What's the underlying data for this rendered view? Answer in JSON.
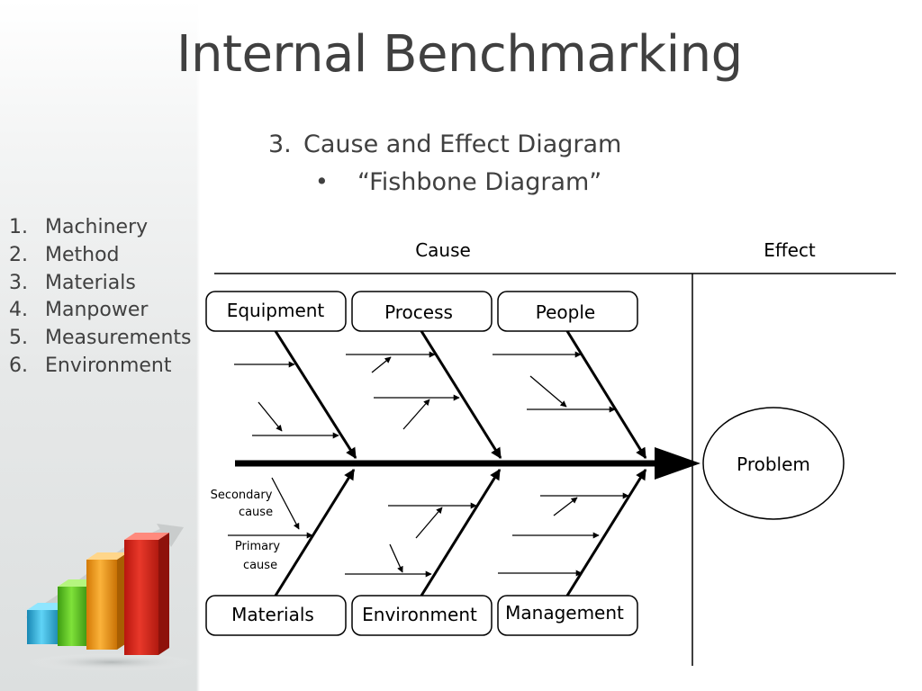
{
  "slide": {
    "title": "Internal Benchmarking",
    "subtitle_number": "3.",
    "subtitle": "Cause and Effect Diagram",
    "bullet_symbol": "•",
    "bullet": "“Fishbone Diagram”"
  },
  "factors": [
    {
      "num": "1.",
      "label": "Machinery"
    },
    {
      "num": "2.",
      "label": "Method"
    },
    {
      "num": "3.",
      "label": "Materials"
    },
    {
      "num": "4.",
      "label": "Manpower"
    },
    {
      "num": "5.",
      "label": "Measurements"
    },
    {
      "num": "6.",
      "label": "Environment"
    }
  ],
  "fishbone": {
    "cause_header": "Cause",
    "effect_header": "Effect",
    "top_categories": [
      "Equipment",
      "Process",
      "People"
    ],
    "bottom_categories": [
      "Materials",
      "Environment",
      "Management"
    ],
    "effect_label": "Problem",
    "annotation_secondary_line1": "Secondary",
    "annotation_secondary_line2": "cause",
    "annotation_primary_line1": "Primary",
    "annotation_primary_line2": "cause"
  },
  "colors": {
    "text": "#404040",
    "diagram_ink": "#000000",
    "bar_red": "#d9291c",
    "bar_orange": "#f39a12",
    "bar_green": "#5fcf22",
    "bar_blue": "#31b7e0"
  }
}
